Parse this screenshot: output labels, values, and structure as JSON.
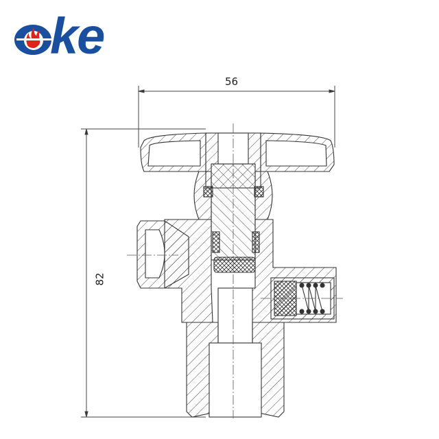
{
  "logo": {
    "text": "ke",
    "full_brand": "oke",
    "brand_color": "#1A4FA0",
    "flame_color": "#E0241B"
  },
  "drawing": {
    "subject": "valve cross-section",
    "line_color": "#333333",
    "dimensions": {
      "width_label": "56",
      "height_label": "82"
    },
    "components": [
      "handwheel",
      "spindle",
      "gland-nut",
      "o-ring-seals",
      "valve-seat",
      "side-outlet-port",
      "safety-relief-spring",
      "threaded-inlet"
    ]
  }
}
